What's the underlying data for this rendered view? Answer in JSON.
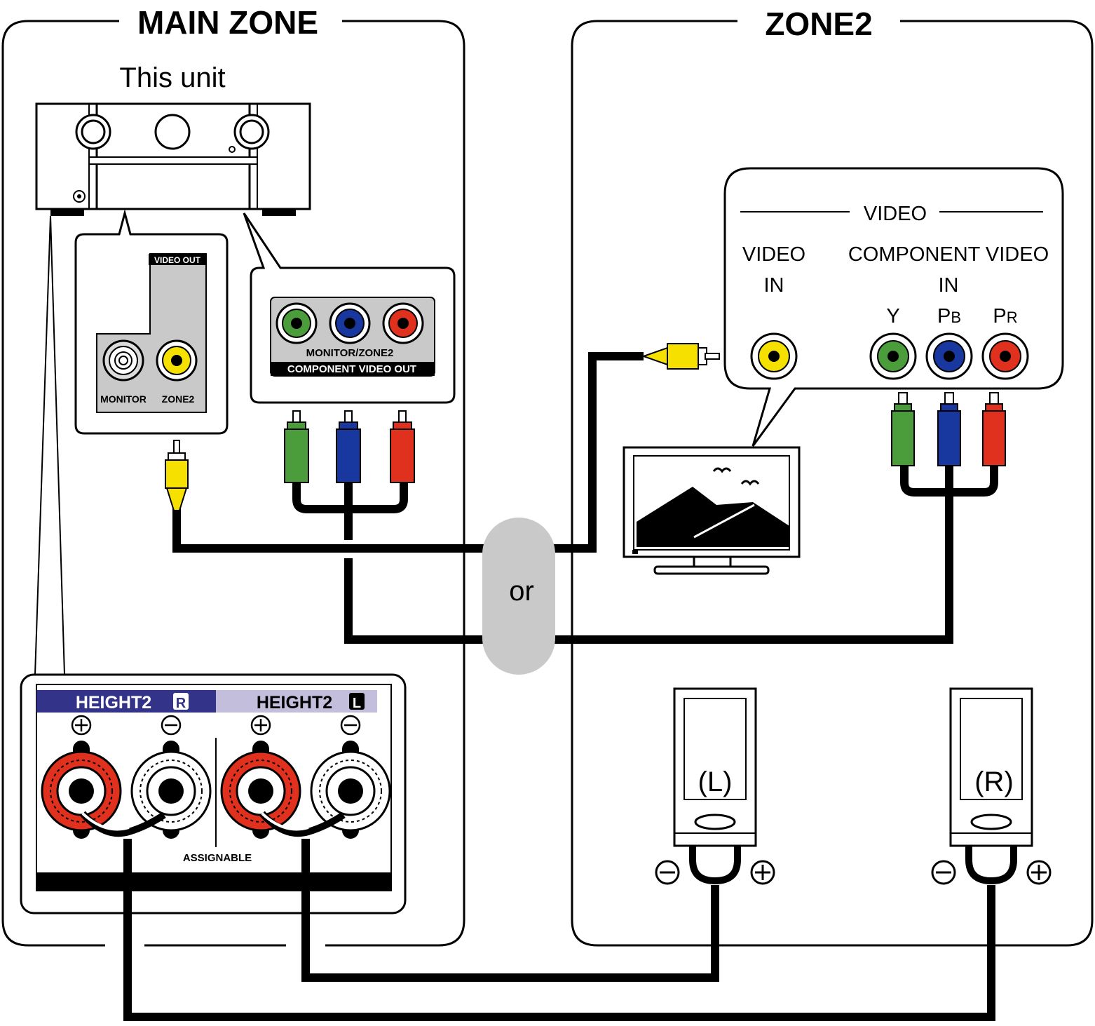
{
  "main_zone": {
    "title": "MAIN ZONE",
    "unit_label": "This unit",
    "video_out_panel": {
      "header": "VIDEO OUT",
      "monitor_label": "MONITOR",
      "zone2_label": "ZONE2"
    },
    "component_panel": {
      "line1": "MONITOR/ZONE2",
      "line2": "COMPONENT VIDEO OUT"
    },
    "speaker_terminals": {
      "right_label": "HEIGHT2",
      "right_badge": "R",
      "left_label": "HEIGHT2",
      "left_badge": "L",
      "footer": "ASSIGNABLE"
    }
  },
  "zone2": {
    "title": "ZONE2",
    "tv_inputs": {
      "group": "VIDEO",
      "video_in_line1": "VIDEO",
      "video_in_line2": "IN",
      "component_line1": "COMPONENT VIDEO",
      "component_line2": "IN",
      "y": "Y",
      "pb_main": "P",
      "pb_sub": "B",
      "pr_main": "P",
      "pr_sub": "R"
    },
    "speakers": {
      "left": "(L)",
      "right": "(R)"
    }
  },
  "connector_choice": "or",
  "colors": {
    "green": "#4a9d3a",
    "blue": "#1838a0",
    "red": "#e0301e",
    "yellow": "#f5e000",
    "gray_panel": "#c9c9c9",
    "right_header": "#33338a",
    "left_header": "#c4bedd"
  }
}
